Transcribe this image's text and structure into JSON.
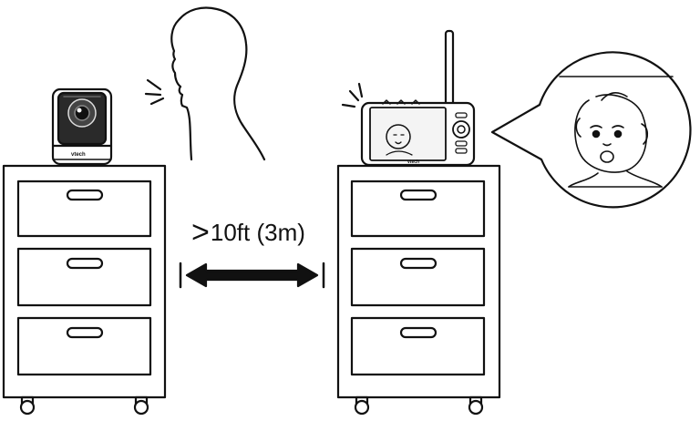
{
  "distance": {
    "symbol": ">",
    "value": "10ft (3m)"
  },
  "camera": {
    "brand": "vtech"
  },
  "monitor": {
    "brand": "vtech"
  },
  "icons": {
    "camera": "baby-camera-icon",
    "parent": "speaking-head-icon",
    "monitor": "video-monitor-icon",
    "baby": "baby-face-icon",
    "arrow": "double-headed-arrow-icon"
  },
  "colors": {
    "line": "#111111",
    "fill": "#ffffff",
    "screen_tint": "#f4f4f4"
  }
}
